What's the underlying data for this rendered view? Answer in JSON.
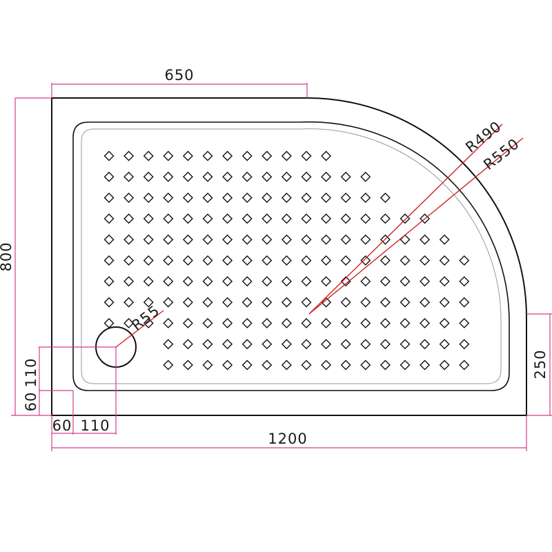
{
  "dimensions": {
    "top_width": "650",
    "height": "800",
    "overall_width": "1200",
    "side_height": "250",
    "drain_offset_x_a": "60",
    "drain_offset_x_b": "110",
    "drain_offset_y_a": "60",
    "drain_offset_y_b": "110"
  },
  "radii": {
    "inner": "R490",
    "outer": "R550",
    "drain": "R55"
  },
  "colors": {
    "outline": "#111111",
    "dimension_lines": "#d23c8c",
    "radius_lines": "#cc2222"
  }
}
